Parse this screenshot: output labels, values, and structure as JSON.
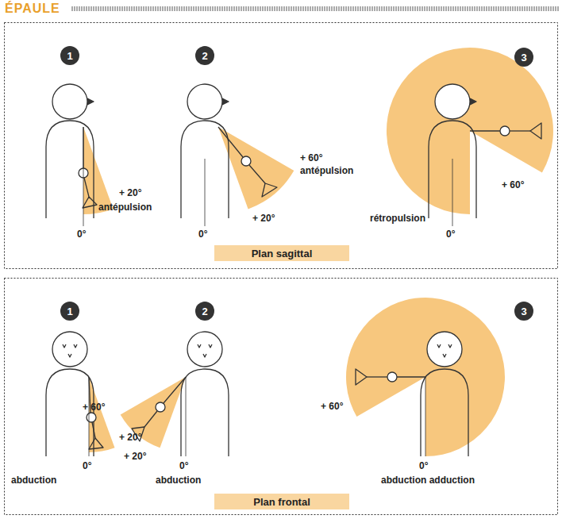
{
  "diagram": {
    "title": "ÉPAULE",
    "nodes": [
      {
        "text": [
          "1"
        ]
      },
      {
        "text": [
          "2"
        ]
      },
      {
        "text": [
          "3"
        ]
      },
      {
        "text": [
          "Plan sagittal"
        ]
      },
      {
        "text": [
          "1"
        ]
      },
      {
        "text": [
          "2"
        ]
      },
      {
        "text": [
          "3"
        ]
      },
      {
        "text": [
          "Plan frontal"
        ]
      }
    ],
    "labels": [
      "+ 20°",
      "antépulsion",
      "0°",
      "+ 60°",
      "antépulsion",
      "+ 20°",
      "0°",
      "+ 60°",
      "rétropulsion",
      "0°",
      "+ 20°",
      "0°",
      "abduction",
      "+ 60°",
      "+ 20°",
      "0°",
      "abduction",
      "+ 60°",
      "0°",
      "abduction adduction"
    ]
  }
}
